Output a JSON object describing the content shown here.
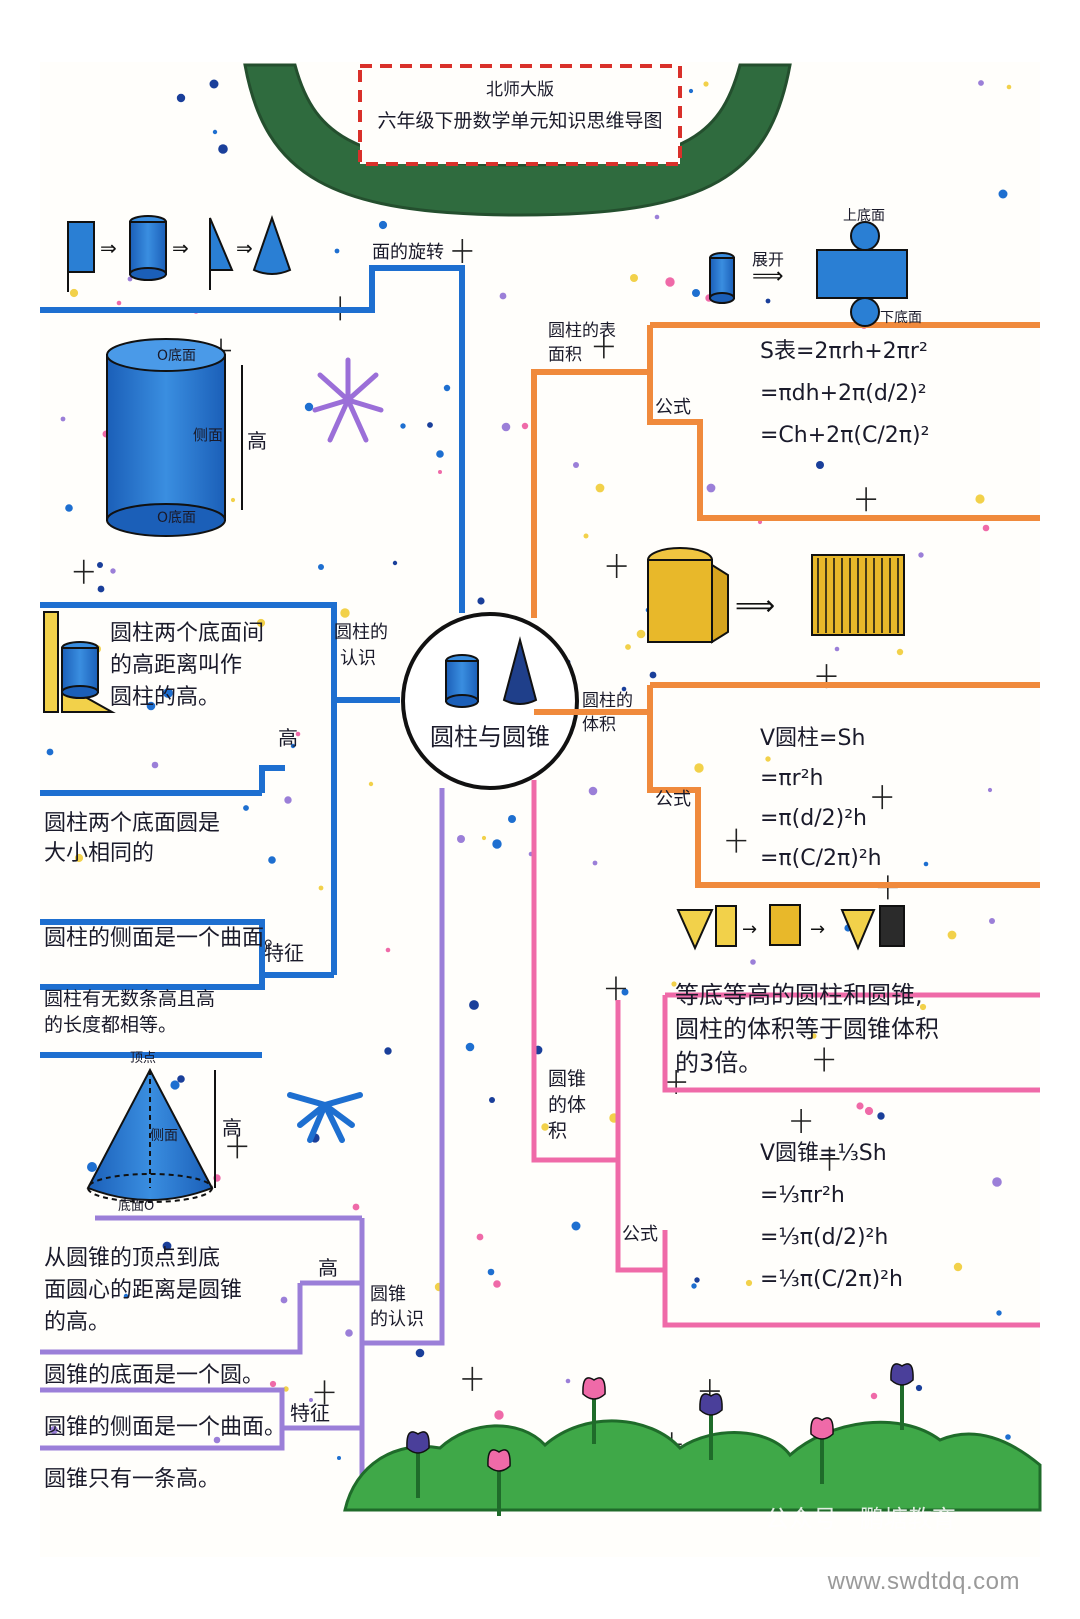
{
  "header": {
    "line1": "北师大版",
    "line2": "六年级下册数学单元知识思维导图"
  },
  "center": {
    "title": "圆柱与圆锥"
  },
  "left": {
    "rotation_label": "面的旋转",
    "cylinder_labels": {
      "top_base": "O底面",
      "side": "侧面",
      "bottom_base": "O底面",
      "height": "高"
    },
    "cyl_know": "圆柱的认识",
    "cyl_height_label": "高",
    "cyl_height_def": [
      "圆柱两个底面间",
      "的高距离叫作",
      "圆柱的高。"
    ],
    "cyl_feature_label": "特征",
    "cyl_features": [
      [
        "圆柱两个底面圆是",
        "大小相同的"
      ],
      [
        "圆柱的侧面是一个曲面。"
      ],
      [
        "圆柱有无数条高且高",
        "的长度都相等。"
      ]
    ],
    "cone_labels": {
      "apex": "顶点",
      "side": "侧面",
      "base": "底面O",
      "height": "高"
    },
    "cone_know": "圆锥的认识",
    "cone_height_label": "高",
    "cone_height_def": [
      "从圆锥的顶点到底",
      "面圆心的距离是圆锥",
      "的高。"
    ],
    "cone_feature_label": "特征",
    "cone_features": [
      "圆锥的底面是一个圆。",
      "圆锥的侧面是一个曲面。",
      "圆锥只有一条高。"
    ]
  },
  "right": {
    "unfold_label": "展开",
    "top_base": "上底面",
    "bottom_base": "下底面",
    "surface_label": [
      "圆柱的表",
      "面积"
    ],
    "formula_label_1": "公式",
    "surface_formulas": [
      "S表=2πrh+2πr²",
      "=πdh+2π(d/2)²",
      "=Ch+2π(C/2π)²"
    ],
    "volume_label": [
      "圆柱的",
      "体积"
    ],
    "formula_label_2": "公式",
    "volume_formulas": [
      "V圆柱=Sh",
      "=πr²h",
      "=π(d/2)²h",
      "=π(C/2π)²h"
    ],
    "cone_vol_label": [
      "圆锥",
      "的体",
      "积"
    ],
    "equal_note": [
      "等底等高的圆柱和圆锥,",
      "圆柱的体积等于圆锥体积",
      "的3倍。"
    ],
    "formula_label_3": "公式",
    "cone_formulas": [
      "V圆锥=⅓Sh",
      "=⅓πr²h",
      "=⅓π(d/2)²h",
      "=⅓π(C/2π)²h"
    ]
  },
  "watermark": "公众号 · 鹏塘教育",
  "footer_url": "www.swdtdq.com",
  "colors": {
    "arch": "#2f6b3e",
    "blue": "#1e6fd0",
    "orange": "#f08a3c",
    "pink": "#ef6aa8",
    "purple": "#9b7fd8",
    "red": "#d9302a",
    "cylinder": "#2a7fd4",
    "yellow": "#e8b82a",
    "grass": "#3fa848"
  }
}
